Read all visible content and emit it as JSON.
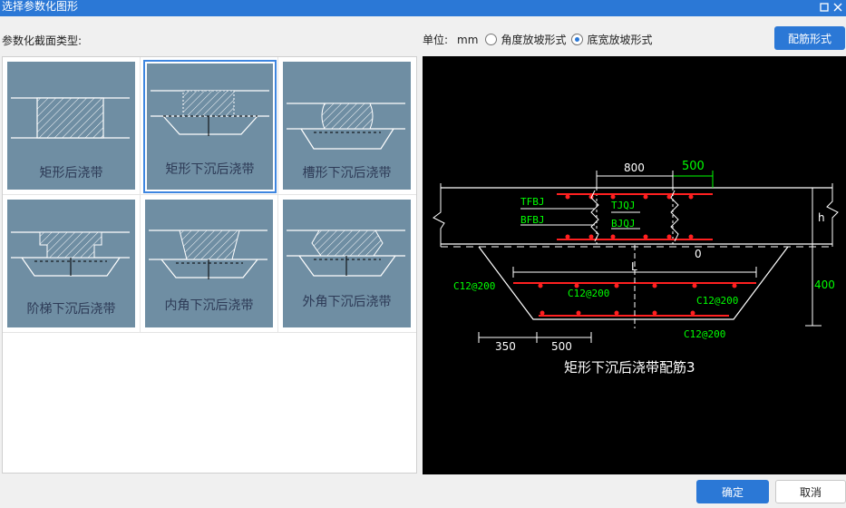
{
  "window": {
    "title": "选择参数化图形"
  },
  "section_label": "参数化截面类型:",
  "units": {
    "label": "单位:",
    "unit": "mm",
    "options": [
      {
        "label": "角度放坡形式",
        "selected": false
      },
      {
        "label": "底宽放坡形式",
        "selected": true
      }
    ]
  },
  "buttons": {
    "peijin": "配筋形式",
    "ok": "确定",
    "cancel": "取消"
  },
  "shapes": [
    {
      "label": "矩形后浇带",
      "selected": false
    },
    {
      "label": "矩形下沉后浇带",
      "selected": true
    },
    {
      "label": "槽形下沉后浇带",
      "selected": false
    },
    {
      "label": "阶梯下沉后浇带",
      "selected": false
    },
    {
      "label": "内角下沉后浇带",
      "selected": false
    },
    {
      "label": "外角下沉后浇带",
      "selected": false
    }
  ],
  "preview": {
    "caption": "矩形下沉后浇带配筋3",
    "dims": {
      "top_width": "800",
      "top_extra": "500",
      "bottom_left": "350",
      "bottom_mid": "500",
      "right_h": "h",
      "right_400": "400",
      "zero": "0",
      "L": "L"
    },
    "rebar_labels": {
      "tfbj": "TFBJ",
      "tjqj": "TJQJ",
      "bfbj": "BFBJ",
      "bjqj": "BJQJ",
      "c12_1": "C12@200",
      "c12_2": "C12@200",
      "c12_3": "C12@200",
      "c12_4": "C12@200"
    },
    "colors": {
      "background": "#000000",
      "outline": "#ffffff",
      "rebar": "#ff2020",
      "annotation": "#00ff00",
      "leader": "#ffffff"
    }
  },
  "colors": {
    "titlebar": "#2b78d6",
    "accent": "#2b78d6",
    "thumb_bg": "#6f8ea3",
    "selected_border": "#3e86e0"
  }
}
